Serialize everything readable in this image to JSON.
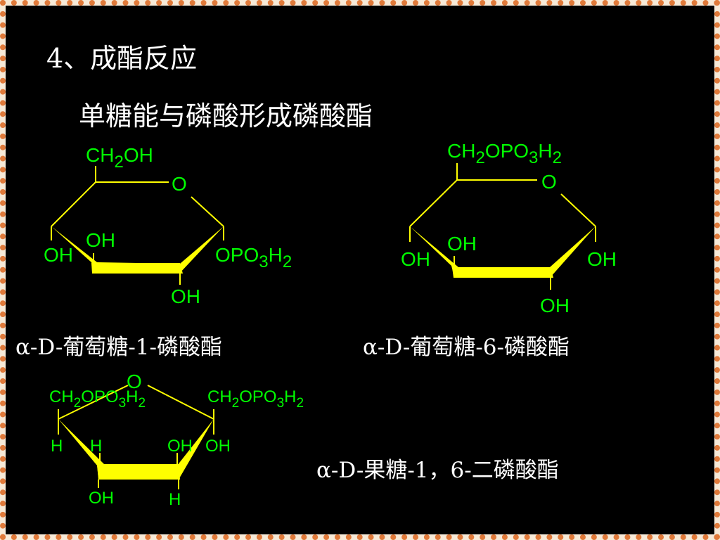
{
  "slide": {
    "heading": "4、成酯反应",
    "subtitle": "单糖能与磷酸形成磷酸酯"
  },
  "colors": {
    "background": "#000000",
    "label_green": "#00ff00",
    "bond_yellow": "#ffff00",
    "text_white": "#ffffff",
    "border_orange": "#e07a3a"
  },
  "structures": {
    "glucose_1_phosphate": {
      "ch2oh": {
        "a": "CH",
        "b": "2",
        "c": "OH"
      },
      "ring_o": "O",
      "oh_c4": "OH",
      "oh_c3": "OH",
      "oh_c2": "OH",
      "opo3h2": {
        "a": "OPO",
        "b": "3",
        "c": "H",
        "d": "2"
      },
      "caption": "α-D-葡萄糖-1-磷酸酯"
    },
    "glucose_6_phosphate": {
      "ch2opo3h2": {
        "a": "CH",
        "b": "2",
        "c": "OPO",
        "d": "3",
        "e": "H",
        "f": "2"
      },
      "ring_o": "O",
      "oh_c4": "OH",
      "oh_c3": "OH",
      "oh_c1": "OH",
      "oh_c2": "OH",
      "caption": "α-D-葡萄糖-6-磷酸酯"
    },
    "fructose_1_6_bisphosphate": {
      "ring_o": "O",
      "left_group": {
        "a": "CH",
        "b": "2",
        "c": "OPO",
        "d": "3",
        "e": "H",
        "f": "2"
      },
      "right_group": {
        "a": "CH",
        "b": "2",
        "c": "OPO",
        "d": "3",
        "e": "H",
        "f": "2"
      },
      "h_left": "H",
      "h_second": "H",
      "oh_c2": "OH",
      "oh_right": "OH",
      "oh_bottom": "OH",
      "h_bottom": "H",
      "caption": "α-D-果糖-1，6-二磷酸酯"
    }
  }
}
